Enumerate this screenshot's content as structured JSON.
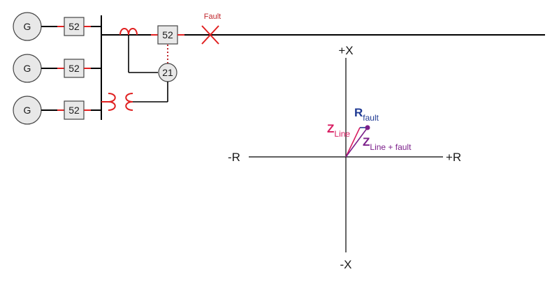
{
  "colors": {
    "line": "#000000",
    "accent_red": "#e02020",
    "fault_red": "#c0272d",
    "z_line": "#d81b60",
    "z_total": "#7b1f8a",
    "r_fault": "#1f3a93",
    "box_fill": "#e8e8e8",
    "gen_fill": "#e8e8e8"
  },
  "one_line": {
    "generators": [
      {
        "label": "G",
        "breaker": "52"
      },
      {
        "label": "G",
        "breaker": "52"
      },
      {
        "label": "G",
        "breaker": "52"
      }
    ],
    "feeder_breaker": "52",
    "relay": "21",
    "fault_label": "Fault",
    "icons": [
      "current-transformer-icon",
      "voltage-transformer-icon",
      "fault-x-icon"
    ]
  },
  "rx_plane": {
    "axis_pos_x": "+X",
    "axis_neg_x": "-X",
    "axis_pos_r": "+R",
    "axis_neg_r": "-R",
    "z_line_main": "Z",
    "z_line_sub": "Line",
    "r_fault_main": "R",
    "r_fault_sub": "fault",
    "z_total_main": "Z",
    "z_total_sub": "Line + fault"
  }
}
